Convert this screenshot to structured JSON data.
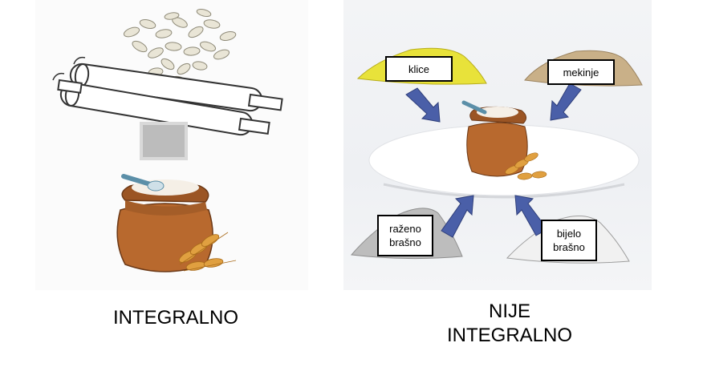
{
  "left": {
    "caption": "INTEGRALNO"
  },
  "right": {
    "caption_line1": "NIJE",
    "caption_line2": "INTEGRALNO",
    "labels": {
      "klice": "klice",
      "mekinje": "mekinje",
      "razeno_line1": "raženo",
      "razeno_line2": "brašno",
      "bijelo_line1": "bijelo",
      "bijelo_line2": "brašno"
    }
  },
  "colors": {
    "sack": "#b8692e",
    "arrow": "#4a5fa8",
    "germ_pile": "#e8e23a",
    "bran_pile": "#c9b088"
  }
}
